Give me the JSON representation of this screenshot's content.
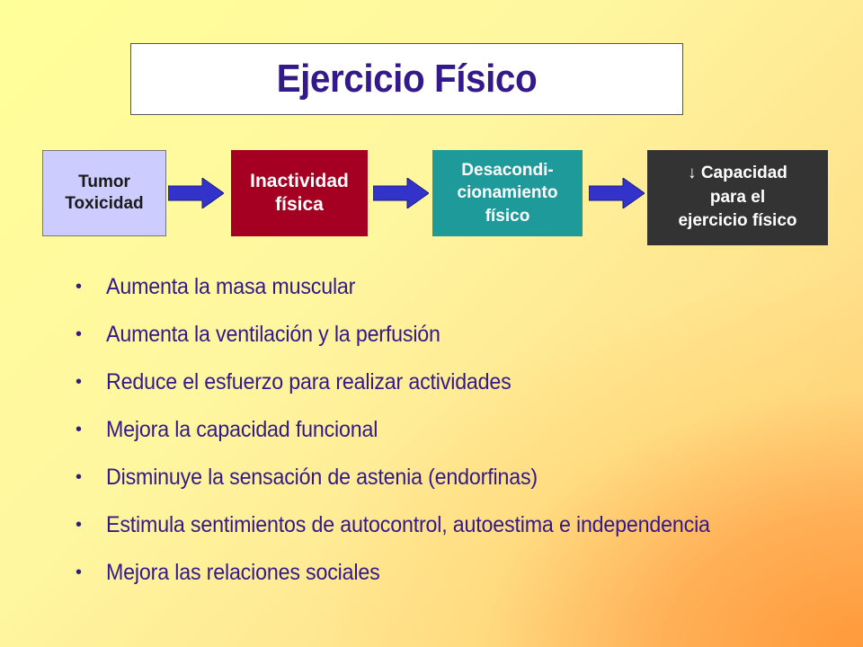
{
  "title": "Ejercicio Físico",
  "flow": {
    "box1": "Tumor\nToxicidad",
    "box2": "Inactividad\nfísica",
    "box3": "Desacondi-\ncionamiento\nfísico",
    "box4": "↓ Capacidad\npara el\nejercicio físico"
  },
  "colors": {
    "title_text": "#33198a",
    "box1_fill": "#ccccff",
    "box2_fill": "#a50021",
    "box3_fill": "#1f9a9a",
    "box4_fill": "#333333",
    "arrow_fill": "#3333cc",
    "bullet_text": "#33198a"
  },
  "bullets": [
    "Aumenta la masa muscular",
    "Aumenta la ventilación y la perfusión",
    "Reduce el esfuerzo para realizar actividades",
    "Mejora la capacidad funcional",
    "Disminuye la sensación de astenia (endorfinas)",
    "Estimula sentimientos de autocontrol, autoestima e independencia",
    "Mejora las relaciones sociales"
  ]
}
